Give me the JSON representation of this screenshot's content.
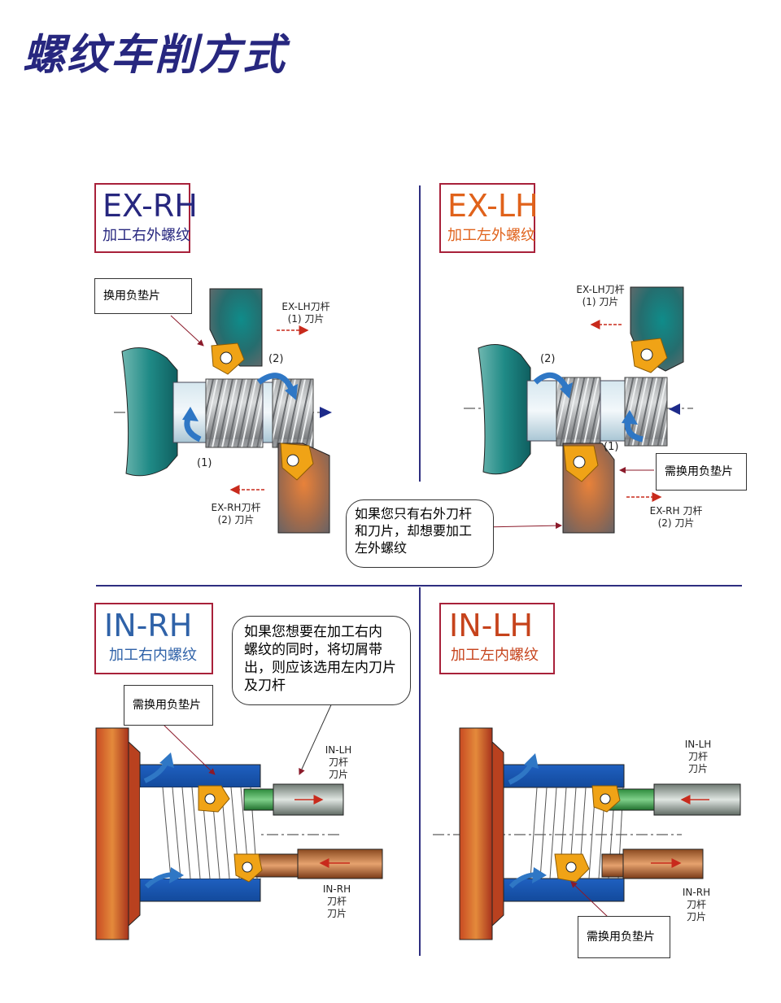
{
  "title": "螺纹车削方式",
  "colors": {
    "title": "#27277f",
    "divider": "#2e2e80",
    "box_border": "#a8213a",
    "code_blue": "#27277f",
    "code_orange": "#e0621b",
    "code_blue2": "#2f62a8",
    "code_orange2": "#c6431c",
    "arrow_red": "#c82a1c"
  },
  "panels": {
    "ex_rh": {
      "code": "EX-RH",
      "subtitle": "加工右外螺纹",
      "callout": "换用负垫片",
      "tool1": "EX-LH刀杆\n(1) 刀片",
      "tool2": "EX-RH刀杆\n(2) 刀片",
      "n1": "(1)",
      "n2": "(2)"
    },
    "ex_lh": {
      "code": "EX-LH",
      "subtitle": "加工左外螺纹",
      "callout": "需换用负垫片",
      "tool1": "EX-LH刀杆\n(1) 刀片",
      "tool2": "EX-RH  刀杆\n(2) 刀片",
      "n1": "(1)",
      "n2": "(2)",
      "bubble": "如果您只有右外刀杆\n和刀片，却想要加工\n左外螺纹"
    },
    "in_rh": {
      "code": "IN-RH",
      "subtitle": "加工右内螺纹",
      "callout": "需换用负垫片",
      "bubble": "如果您想要在加工右内\n螺纹的同时，将切屑带\n出，则应该选用左内刀片\n及刀杆",
      "tool_top": "IN-LH\n刀杆\n刀片",
      "tool_bottom": "IN-RH\n刀杆\n刀片"
    },
    "in_lh": {
      "code": "IN-LH",
      "subtitle": "加工左内螺纹",
      "callout": "需换用负垫片",
      "tool_top": "IN-LH\n刀杆\n刀片",
      "tool_bottom": "IN-RH\n刀杆\n刀片"
    }
  }
}
